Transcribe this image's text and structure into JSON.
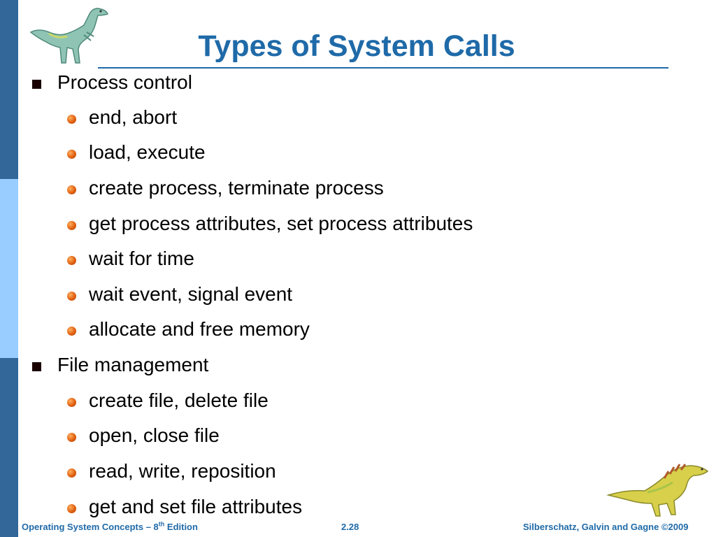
{
  "slide": {
    "title": "Types of System Calls",
    "sections": [
      {
        "heading": "Process control",
        "items": [
          "end, abort",
          "load, execute",
          "create process, terminate process",
          "get process attributes, set process attributes",
          "wait for time",
          "wait event, signal event",
          "allocate and free memory"
        ]
      },
      {
        "heading": "File management",
        "items": [
          "create file, delete file",
          "open, close file",
          "read, write, reposition",
          "get and set file attributes"
        ]
      }
    ]
  },
  "footer": {
    "left_prefix": "Operating System Concepts – 8",
    "left_sup": "th",
    "left_suffix": " Edition",
    "page": "2.28",
    "right": "Silberschatz, Galvin and Gagne ©2009"
  },
  "colors": {
    "accent": "#1f6aa8",
    "sidebar_dark": "#336699",
    "sidebar_light": "#99ccff",
    "bullet_orange": "#e06010"
  },
  "icons": {
    "top_left": "dinosaur-icon",
    "bottom_right": "dinosaur-icon"
  }
}
